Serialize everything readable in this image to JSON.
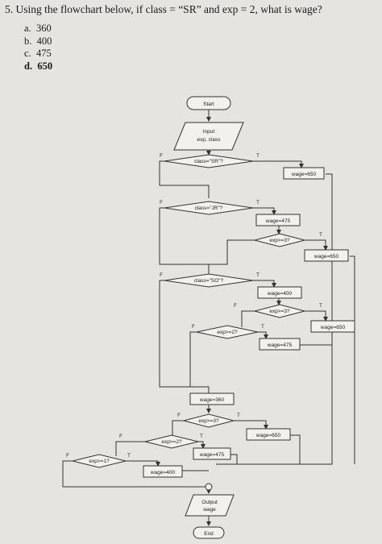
{
  "question": {
    "number": "5.",
    "text": "Using the flowchart below, if class = “SR” and exp = 2, what is wage?"
  },
  "options": [
    {
      "letter": "a.",
      "value": "360"
    },
    {
      "letter": "b.",
      "value": "400"
    },
    {
      "letter": "c.",
      "value": "475"
    },
    {
      "letter": "d.",
      "value": "650"
    }
  ],
  "flowchart": {
    "start": "Start",
    "input_line1": "Input",
    "input_line2": "exp, class",
    "dec_sr": "class=\"SR\"?",
    "dec_jr": "class=\"JR\"?",
    "dec_so": "class=\"SO\"?",
    "wage_650_a": "wage=650",
    "wage_475_a": "wage=475",
    "dec_exp3_a": "exp>=3?",
    "wage_650_b": "wage=650",
    "wage_400_a": "wage=400",
    "dec_exp3_b": "exp>=3?",
    "wage_650_c": "wage=650",
    "dec_exp2_a": "exp>=2?",
    "wage_475_b": "wage=475",
    "wage_360": "wage=360",
    "dec_exp3_c": "exp>=3?",
    "wage_650_d": "wage=650",
    "dec_exp2_b": "exp>=2?",
    "wage_475_c": "wage=475",
    "dec_exp1": "exp>=1?",
    "wage_400_b": "wage=400",
    "output_line1": "Output",
    "output_line2": "wage",
    "end": "End",
    "t": "T",
    "f": "F"
  }
}
